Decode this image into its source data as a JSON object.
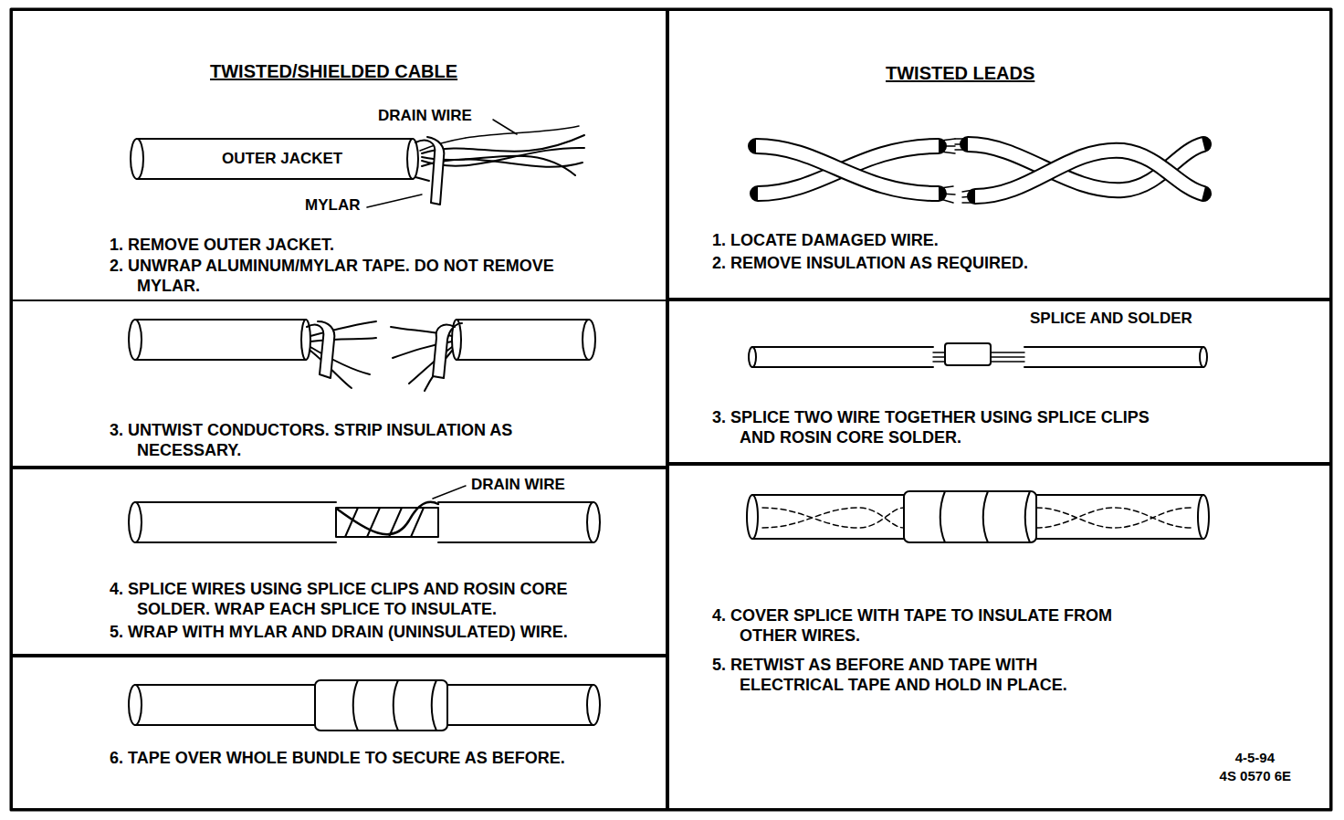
{
  "diagram": {
    "nodes": [
      {
        "text": [
          "TWISTED/SHIELDED CABLE",
          "1. REMOVE OUTER JACKET.",
          "2. UNWRAP ALUMINUM/MYLAR TAPE. DO NOT REMOVE MYLAR."
        ]
      },
      {
        "text": [
          "3. UNTWIST CONDUCTORS. STRIP INSULATION AS NECESSARY."
        ]
      },
      {
        "text": [
          "4. SPLICE WIRES USING SPLICE CLIPS AND ROSIN CORE SOLDER. WRAP EACH SPLICE TO INSULATE.",
          "5. WRAP WITH MYLAR AND DRAIN (UNINSULATED) WIRE."
        ]
      },
      {
        "text": [
          "6. TAPE OVER WHOLE BUNDLE TO SECURE AS BEFORE."
        ]
      },
      {
        "text": [
          "TWISTED LEADS",
          "1. LOCATE DAMAGED WIRE.",
          "2. REMOVE INSULATION AS REQUIRED."
        ]
      },
      {
        "text": [
          "3. SPLICE TWO WIRE TOGETHER USING SPLICE CLIPS AND ROSIN CORE SOLDER."
        ]
      },
      {
        "text": [
          "4. COVER SPLICE WITH TAPE TO INSULATE FROM OTHER WIRES.",
          "5. RETWIST AS BEFORE AND TAPE WITH ELECTRICAL TAPE AND HOLD IN PLACE."
        ]
      }
    ],
    "labels": [
      "DRAIN WIRE",
      "OUTER JACKET",
      "MYLAR",
      "DRAIN WIRE",
      "SPLICE AND SOLDER",
      "4-5-94",
      "4S 0570 6E"
    ]
  }
}
